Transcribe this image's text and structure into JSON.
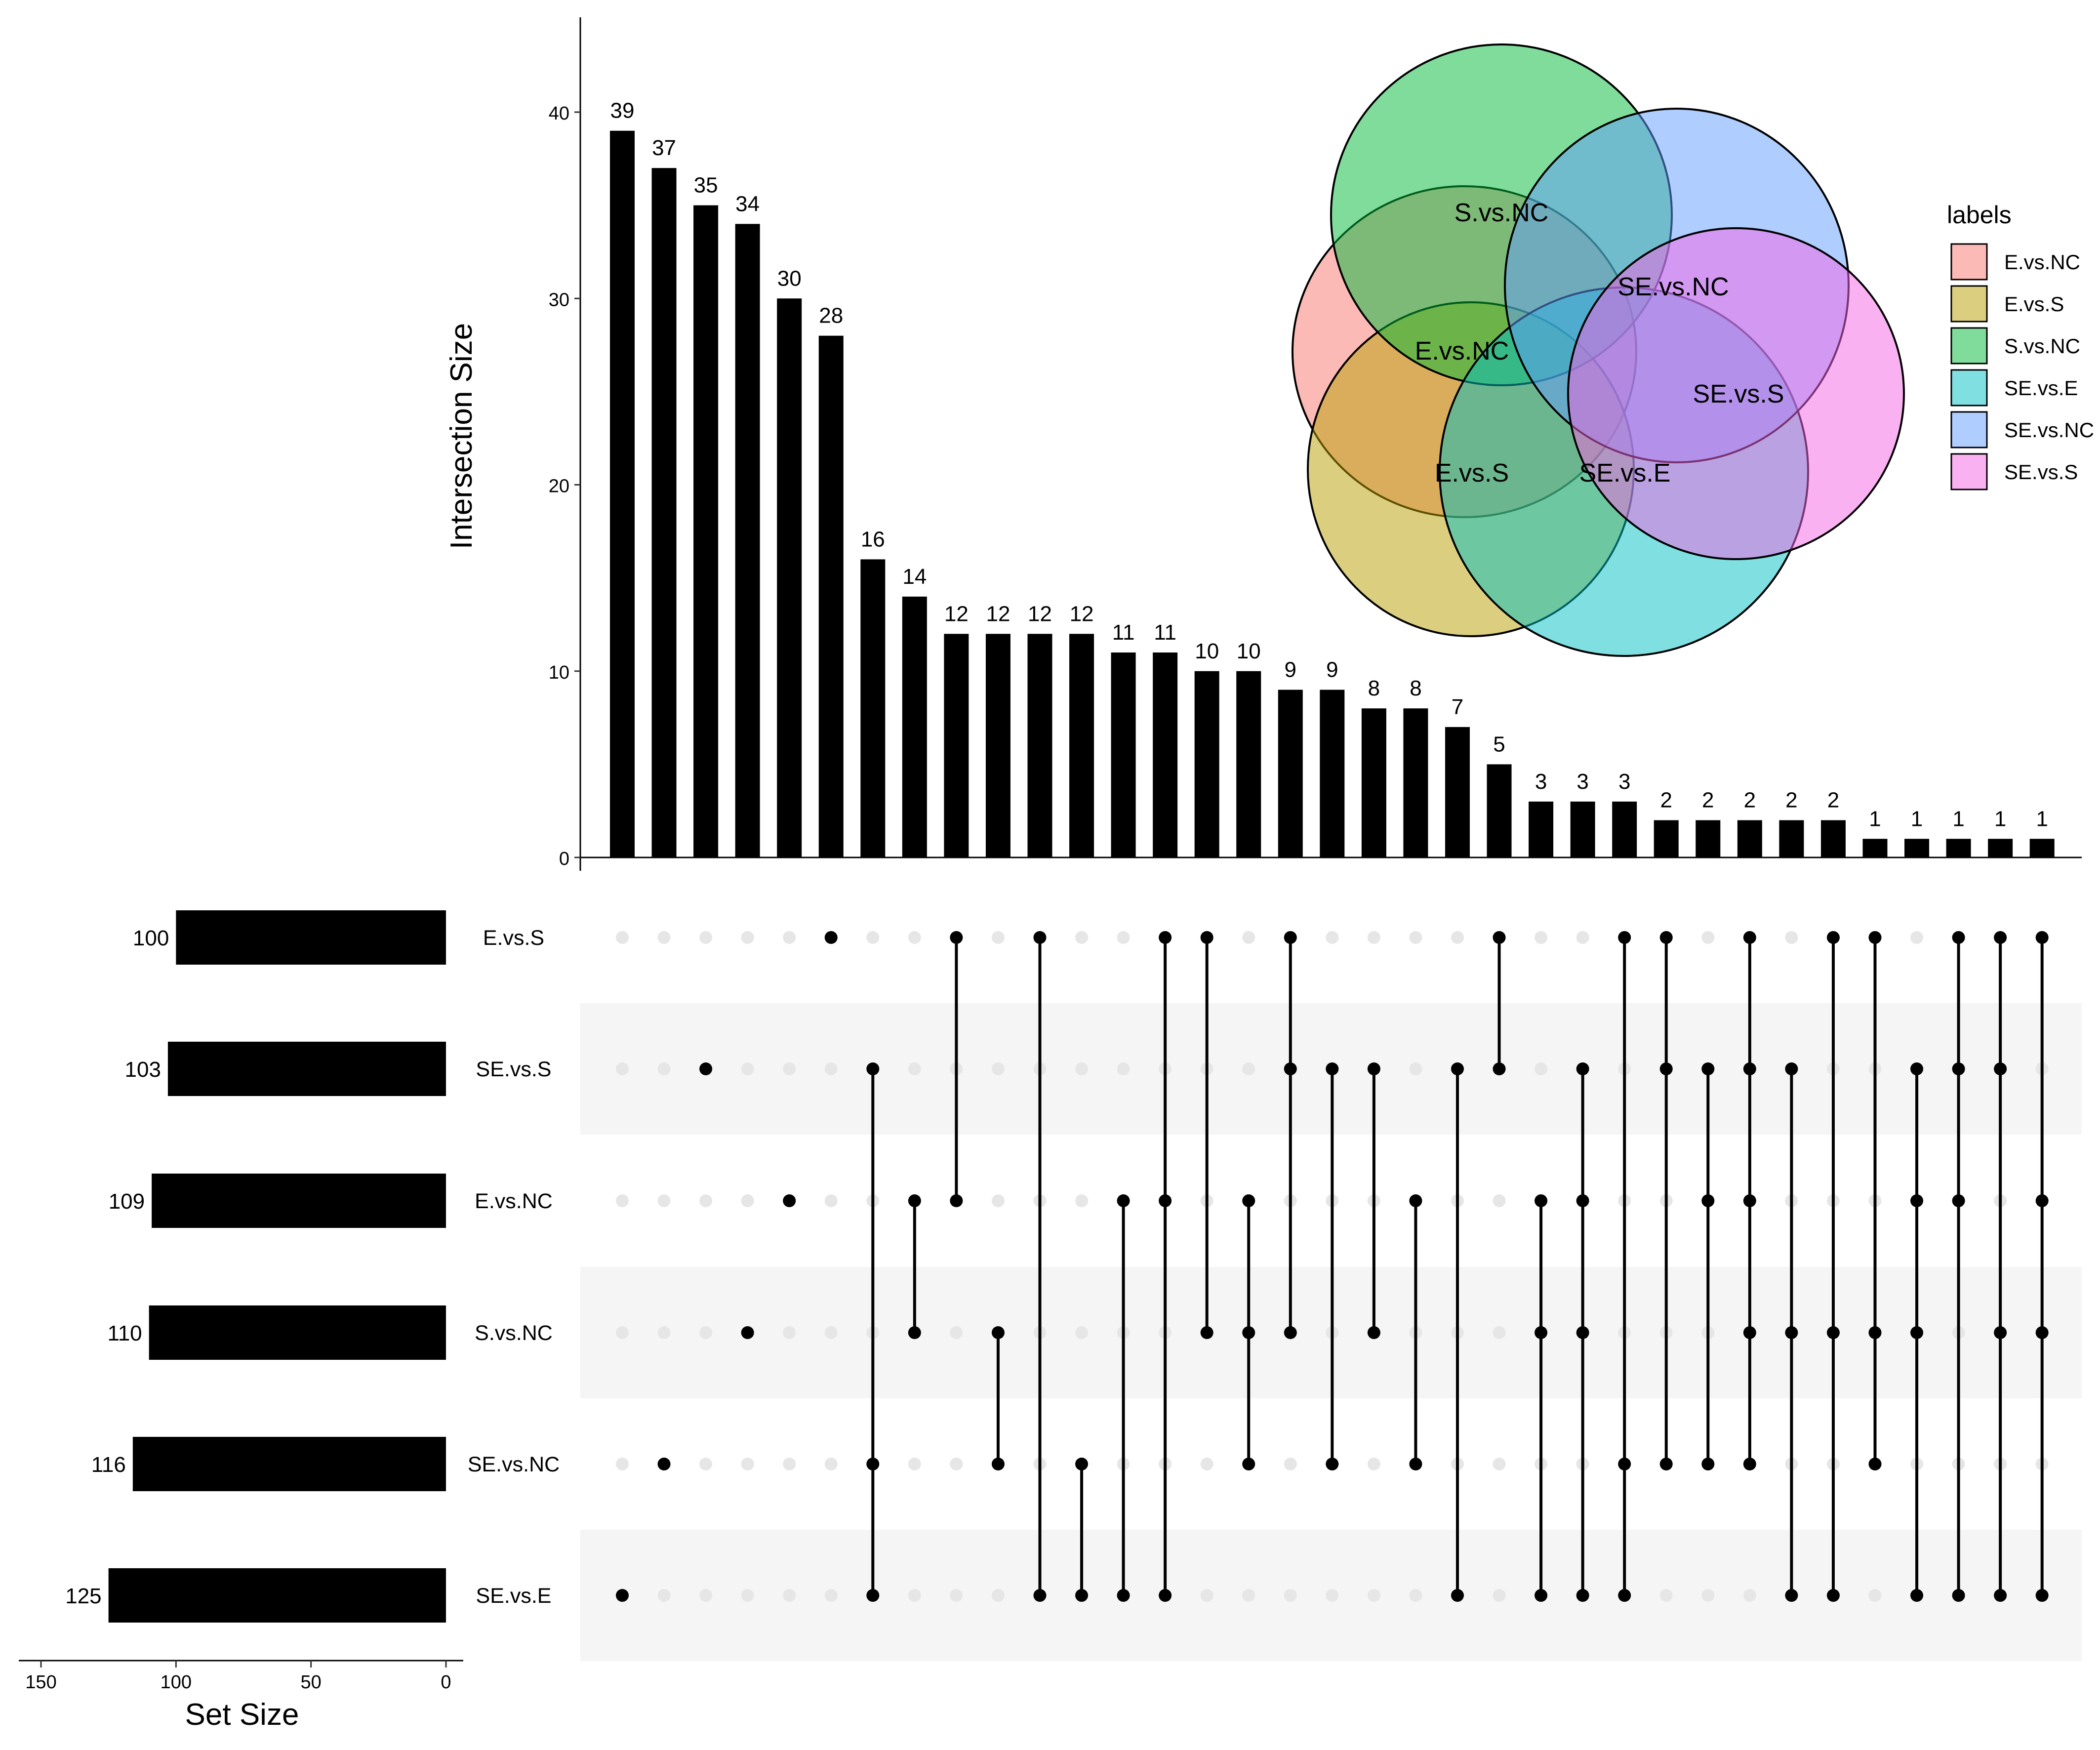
{
  "chart_data": [
    {
      "type": "bar",
      "ylabel": "Intersection Size",
      "ylim": [
        0,
        45
      ],
      "yticks": [
        0,
        10,
        20,
        30,
        40
      ],
      "values": [
        39,
        37,
        35,
        34,
        30,
        28,
        16,
        14,
        12,
        12,
        12,
        12,
        11,
        11,
        10,
        10,
        9,
        9,
        8,
        8,
        7,
        5,
        3,
        3,
        3,
        2,
        2,
        2,
        2,
        2,
        1,
        1,
        1,
        1,
        1
      ],
      "intersections": [
        [
          "SE.vs.E"
        ],
        [
          "SE.vs.NC"
        ],
        [
          "SE.vs.S"
        ],
        [
          "S.vs.NC"
        ],
        [
          "E.vs.NC"
        ],
        [
          "E.vs.S"
        ],
        [
          "SE.vs.S",
          "SE.vs.NC",
          "SE.vs.E"
        ],
        [
          "E.vs.NC",
          "S.vs.NC"
        ],
        [
          "E.vs.S",
          "E.vs.NC"
        ],
        [
          "S.vs.NC",
          "SE.vs.NC"
        ],
        [
          "E.vs.S",
          "SE.vs.E"
        ],
        [
          "SE.vs.NC",
          "SE.vs.E"
        ],
        [
          "E.vs.NC",
          "SE.vs.E"
        ],
        [
          "E.vs.S",
          "E.vs.NC",
          "SE.vs.E"
        ],
        [
          "E.vs.S",
          "S.vs.NC"
        ],
        [
          "E.vs.NC",
          "S.vs.NC",
          "SE.vs.NC"
        ],
        [
          "E.vs.S",
          "SE.vs.S",
          "S.vs.NC"
        ],
        [
          "SE.vs.S",
          "SE.vs.NC"
        ],
        [
          "SE.vs.S",
          "S.vs.NC"
        ],
        [
          "E.vs.NC",
          "SE.vs.NC"
        ],
        [
          "SE.vs.S",
          "SE.vs.E"
        ],
        [
          "E.vs.S",
          "SE.vs.S"
        ],
        [
          "E.vs.NC",
          "S.vs.NC",
          "SE.vs.E"
        ],
        [
          "SE.vs.S",
          "E.vs.NC",
          "S.vs.NC",
          "SE.vs.E"
        ],
        [
          "E.vs.S",
          "SE.vs.NC",
          "SE.vs.E"
        ],
        [
          "E.vs.S",
          "SE.vs.S",
          "SE.vs.NC"
        ],
        [
          "SE.vs.S",
          "E.vs.NC",
          "SE.vs.NC"
        ],
        [
          "E.vs.S",
          "SE.vs.S",
          "E.vs.NC",
          "S.vs.NC",
          "SE.vs.NC"
        ],
        [
          "SE.vs.S",
          "S.vs.NC",
          "SE.vs.E"
        ],
        [
          "E.vs.S",
          "S.vs.NC",
          "SE.vs.E"
        ],
        [
          "E.vs.S",
          "S.vs.NC",
          "SE.vs.NC"
        ],
        [
          "SE.vs.S",
          "E.vs.NC",
          "S.vs.NC",
          "SE.vs.E"
        ],
        [
          "E.vs.S",
          "SE.vs.S",
          "E.vs.NC",
          "SE.vs.E"
        ],
        [
          "E.vs.S",
          "SE.vs.S",
          "S.vs.NC",
          "SE.vs.E"
        ],
        [
          "E.vs.S",
          "E.vs.NC",
          "S.vs.NC",
          "SE.vs.E"
        ]
      ]
    },
    {
      "type": "bar",
      "orientation": "horizontal",
      "xlabel": "Set Size",
      "xlim": [
        150,
        0
      ],
      "xticks": [
        150,
        100,
        50,
        0
      ],
      "categories": [
        "E.vs.S",
        "SE.vs.S",
        "E.vs.NC",
        "S.vs.NC",
        "SE.vs.NC",
        "SE.vs.E"
      ],
      "values": [
        100,
        103,
        109,
        110,
        116,
        125
      ]
    },
    {
      "type": "venn",
      "legend_title": "labels",
      "legend_position": "right",
      "sets": [
        {
          "name": "E.vs.NC",
          "color": "#F8766D"
        },
        {
          "name": "E.vs.S",
          "color": "#B79F00"
        },
        {
          "name": "S.vs.NC",
          "color": "#00BA38"
        },
        {
          "name": "SE.vs.E",
          "color": "#00BFC4"
        },
        {
          "name": "SE.vs.NC",
          "color": "#619CFF"
        },
        {
          "name": "SE.vs.S",
          "color": "#F564E3"
        }
      ]
    }
  ]
}
